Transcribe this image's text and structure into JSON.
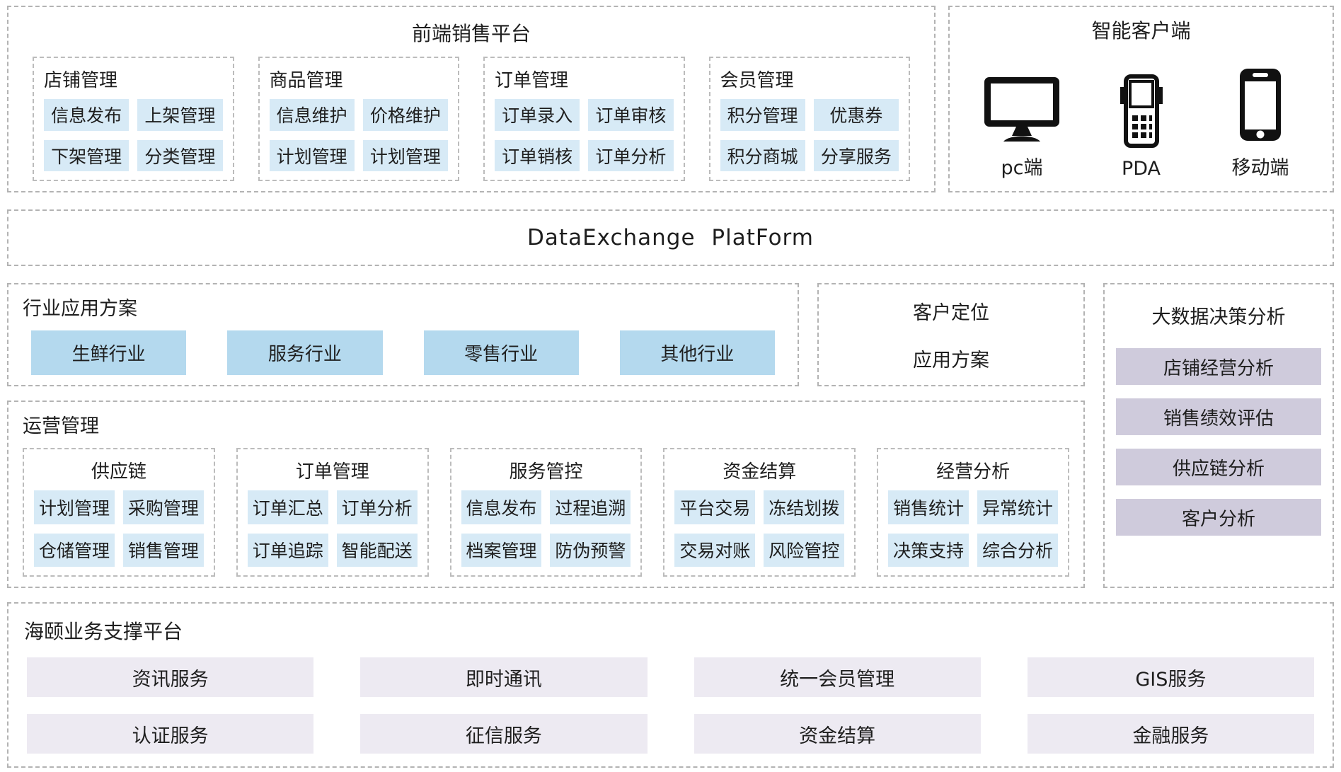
{
  "frontend": {
    "title": "前端销售平台",
    "groups": [
      {
        "title": "店铺管理",
        "items": [
          "信息发布",
          "上架管理",
          "下架管理",
          "分类管理"
        ]
      },
      {
        "title": "商品管理",
        "items": [
          "信息维护",
          "价格维护",
          "计划管理",
          "计划管理"
        ]
      },
      {
        "title": "订单管理",
        "items": [
          "订单录入",
          "订单审核",
          "订单销核",
          "订单分析"
        ]
      },
      {
        "title": "会员管理",
        "items": [
          "积分管理",
          "优惠券",
          "积分商城",
          "分享服务"
        ]
      }
    ]
  },
  "clients": {
    "title": "智能客户端",
    "devices": [
      {
        "label": "pc端",
        "icon": "desktop-icon"
      },
      {
        "label": "PDA",
        "icon": "pda-icon"
      },
      {
        "label": "移动端",
        "icon": "mobile-icon"
      }
    ]
  },
  "exchange": {
    "title": "DataExchange PlatForm"
  },
  "industry": {
    "title": "行业应用方案",
    "items": [
      "生鲜行业",
      "服务行业",
      "零售行业",
      "其他行业"
    ]
  },
  "customer_positioning": {
    "line1": "客户定位",
    "line2": "应用方案"
  },
  "bigdata": {
    "title": "大数据决策分析",
    "items": [
      "店铺经营分析",
      "销售绩效评估",
      "供应链分析",
      "客户分析"
    ]
  },
  "operations": {
    "title": "运营管理",
    "groups": [
      {
        "title": "供应链",
        "items": [
          "计划管理",
          "采购管理",
          "仓储管理",
          "销售管理"
        ]
      },
      {
        "title": "订单管理",
        "items": [
          "订单汇总",
          "订单分析",
          "订单追踪",
          "智能配送"
        ]
      },
      {
        "title": "服务管控",
        "items": [
          "信息发布",
          "过程追溯",
          "档案管理",
          "防伪预警"
        ]
      },
      {
        "title": "资金结算",
        "items": [
          "平台交易",
          "冻结划拨",
          "交易对账",
          "风险管控"
        ]
      },
      {
        "title": "经营分析",
        "items": [
          "销售统计",
          "异常统计",
          "决策支持",
          "综合分析"
        ]
      }
    ]
  },
  "support": {
    "title": "海颐业务支撑平台",
    "items": [
      "资讯服务",
      "即时通讯",
      "统一会员管理",
      "GIS服务",
      "认证服务",
      "征信服务",
      "资金结算",
      "金融服务"
    ]
  },
  "colors": {
    "chip_blue": "#d7eaf6",
    "industry_blue": "#b4d9ee",
    "analysis_lavender": "#cfcbdc",
    "support_lavender": "#edeaf2",
    "dashed_border": "#b3b3b3",
    "text": "#1e1e1e"
  }
}
